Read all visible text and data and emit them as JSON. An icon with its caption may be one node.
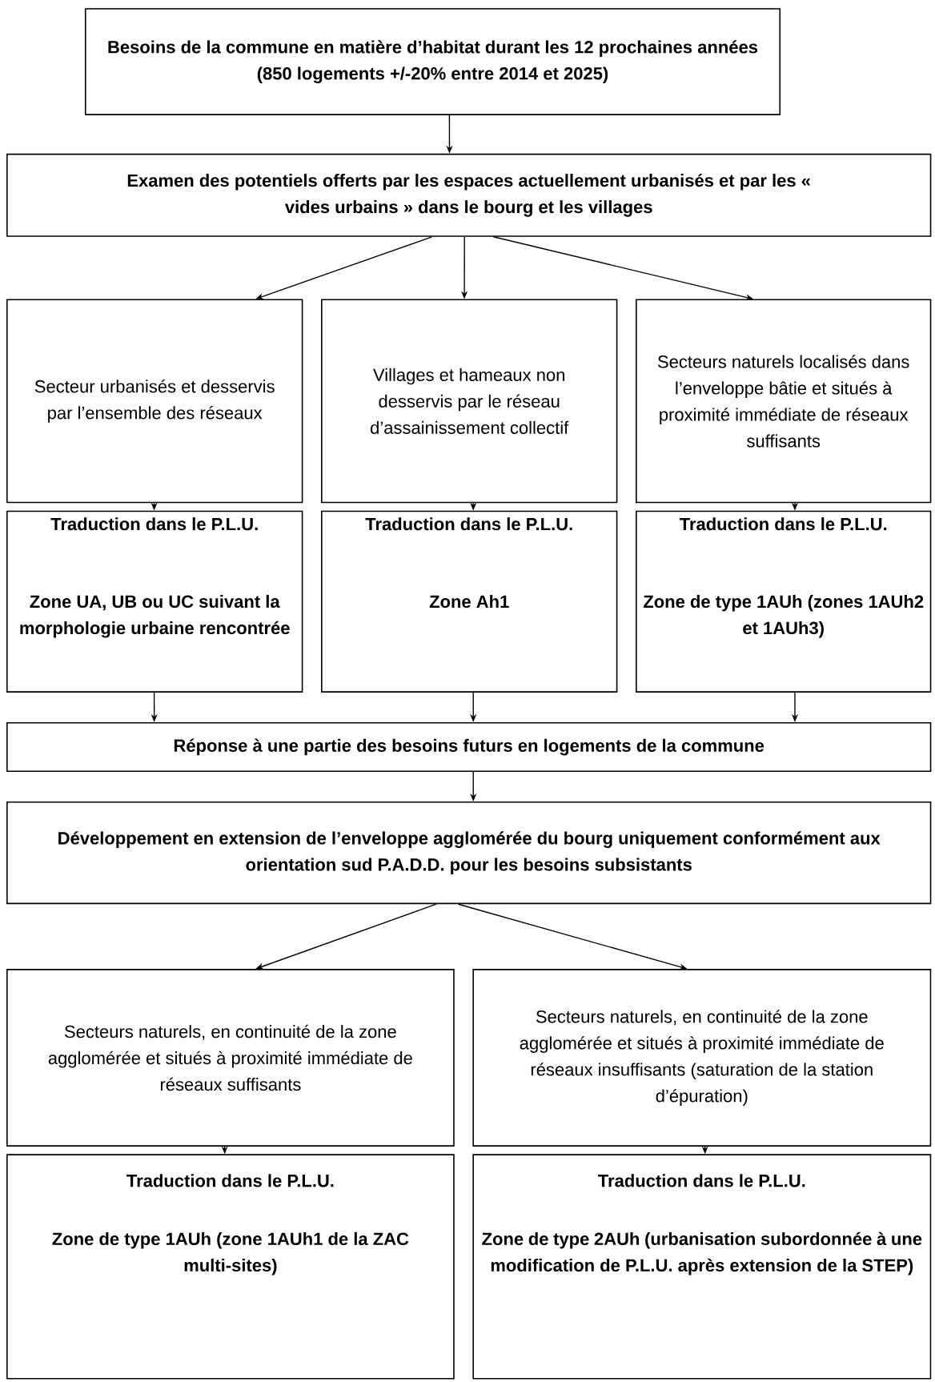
{
  "diagram": {
    "nodes": [
      {
        "text": [
          "Besoins de la commune en matière d’habitat durant les 12 prochaines années",
          "(850 logements +/-20% entre 2014 et 2025)"
        ]
      },
      {
        "text": [
          "Examen des potentiels offerts par les espaces actuellement urbanisés et par les « vides urbains » dans le bourg et les villages"
        ]
      },
      {
        "text": [
          "Secteur urbanisés et desservis par l’ensemble des réseaux"
        ]
      },
      {
        "text": [
          "Villages et hameaux non desservis par le réseau d’assainissement collectif"
        ]
      },
      {
        "text": [
          "Secteurs naturels localisés dans l’enveloppe bâtie et situés à proximité immédiate de réseaux suffisants"
        ]
      },
      {
        "text": [
          "Traduction dans le P.L.U.",
          "Zone UA, UB ou UC suivant la morphologie urbaine rencontrée"
        ]
      },
      {
        "text": [
          "Traduction dans le P.L.U.",
          "Zone Ah1"
        ]
      },
      {
        "text": [
          "Traduction dans le P.L.U.",
          "Zone de type 1AUh (zones 1AUh2 et 1AUh3)"
        ]
      },
      {
        "text": [
          "Réponse à une partie des besoins futurs en logements de la commune"
        ]
      },
      {
        "text": [
          "Développement en extension de l’enveloppe agglomérée du bourg uniquement conformément aux orientation sud P.A.D.D. pour les besoins subsistants"
        ]
      },
      {
        "text": [
          "Secteurs naturels, en continuité de la zone agglomérée et situés à proximité immédiate de réseaux suffisants"
        ]
      },
      {
        "text": [
          "Secteurs naturels, en continuité de la zone agglomérée et situés à proximité immédiate de réseaux insuffisants (saturation de la station d’épuration)"
        ]
      },
      {
        "text": [
          "Traduction dans le P.L.U.",
          "Zone de type 1AUh (zone 1AUh1 de la ZAC multi-sites)"
        ]
      },
      {
        "text": [
          "Traduction dans le P.L.U.",
          "Zone de type 2AUh (urbanisation subordonnée à une modification de P.L.U. après extension de la STEP)"
        ]
      }
    ],
    "edges": [
      {
        "from": 0,
        "to": 1,
        "arrow": "to"
      },
      {
        "from": 1,
        "to": 2,
        "arrow": "to"
      },
      {
        "from": 1,
        "to": 3,
        "arrow": "to"
      },
      {
        "from": 1,
        "to": 4,
        "arrow": "to"
      },
      {
        "from": 2,
        "to": 5,
        "arrow": "to"
      },
      {
        "from": 3,
        "to": 6,
        "arrow": "to"
      },
      {
        "from": 4,
        "to": 7,
        "arrow": "to"
      },
      {
        "from": 5,
        "to": 8,
        "arrow": "to"
      },
      {
        "from": 6,
        "to": 8,
        "arrow": "to"
      },
      {
        "from": 7,
        "to": 8,
        "arrow": "to"
      },
      {
        "from": 8,
        "to": 9,
        "arrow": "to"
      },
      {
        "from": 9,
        "to": 10,
        "arrow": "to"
      },
      {
        "from": 9,
        "to": 11,
        "arrow": "to"
      },
      {
        "from": 10,
        "to": 12,
        "arrow": "to"
      },
      {
        "from": 11,
        "to": 13,
        "arrow": "to"
      }
    ]
  }
}
